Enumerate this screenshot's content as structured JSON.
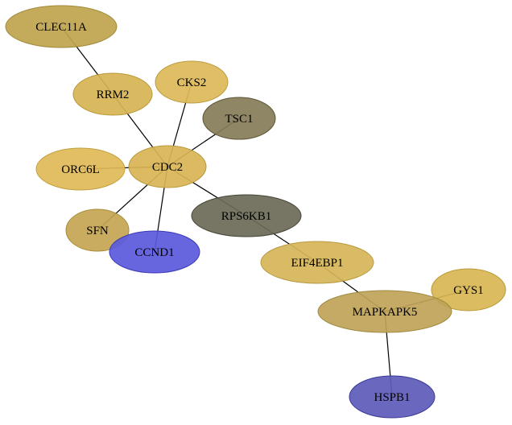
{
  "nodes": [
    {
      "id": "CLEC11A",
      "label": "CLEC11A",
      "fill": "#bfa44e",
      "stroke": "#a08a38"
    },
    {
      "id": "RRM2",
      "label": "RRM2",
      "fill": "#d6b452",
      "stroke": "#b89838"
    },
    {
      "id": "CKS2",
      "label": "CKS2",
      "fill": "#dcb858",
      "stroke": "#bc9c40"
    },
    {
      "id": "TSC1",
      "label": "TSC1",
      "fill": "#867c58",
      "stroke": "#5c5434"
    },
    {
      "id": "ORC6L",
      "label": "ORC6L",
      "fill": "#dfba58",
      "stroke": "#c0a040"
    },
    {
      "id": "CDC2",
      "label": "CDC2",
      "fill": "#d8b455",
      "stroke": "#b89a3c"
    },
    {
      "id": "SFN",
      "label": "SFN",
      "fill": "#c4a552",
      "stroke": "#a88c3a"
    },
    {
      "id": "CCND1",
      "label": "CCND1",
      "fill": "#5a59dc",
      "stroke": "#3c3ab8"
    },
    {
      "id": "RPS6KB1",
      "label": "RPS6KB1",
      "fill": "#6b6957",
      "stroke": "#464432"
    },
    {
      "id": "EIF4EBP1",
      "label": "EIF4EBP1",
      "fill": "#d6b558",
      "stroke": "#b89a40"
    },
    {
      "id": "GYS1",
      "label": "GYS1",
      "fill": "#d8b652",
      "stroke": "#b89a38"
    },
    {
      "id": "MAPKAPK5",
      "label": "MAPKAPK5",
      "fill": "#bfa357",
      "stroke": "#a08a40"
    },
    {
      "id": "HSPB1",
      "label": "HSPB1",
      "fill": "#5d5bb8",
      "stroke": "#3c3a96"
    }
  ],
  "edges": [
    [
      "CLEC11A",
      "RRM2"
    ],
    [
      "RRM2",
      "CDC2"
    ],
    [
      "CKS2",
      "CDC2"
    ],
    [
      "TSC1",
      "CDC2"
    ],
    [
      "ORC6L",
      "CDC2"
    ],
    [
      "SFN",
      "CDC2"
    ],
    [
      "CCND1",
      "CDC2"
    ],
    [
      "RPS6KB1",
      "CDC2"
    ],
    [
      "RPS6KB1",
      "EIF4EBP1"
    ],
    [
      "EIF4EBP1",
      "MAPKAPK5"
    ],
    [
      "GYS1",
      "MAPKAPK5"
    ],
    [
      "MAPKAPK5",
      "HSPB1"
    ]
  ]
}
